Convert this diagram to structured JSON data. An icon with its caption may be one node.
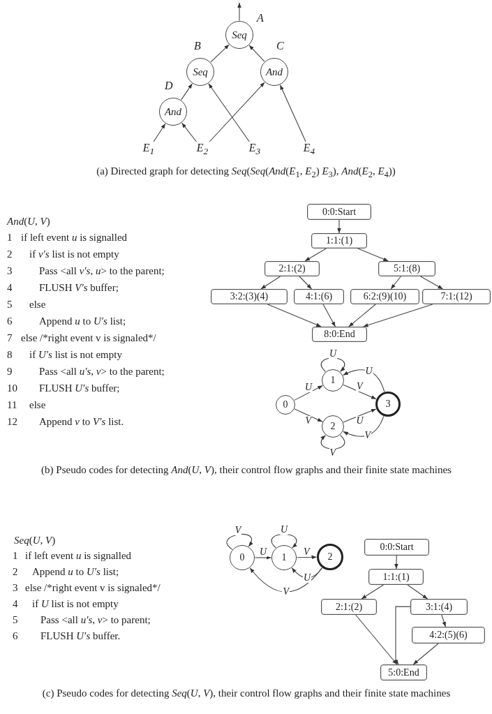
{
  "diagram": {
    "nodes": [
      {
        "text": [
          "Seq"
        ],
        "beside": [
          "A"
        ]
      },
      {
        "text": [
          "Seq"
        ],
        "beside": [
          "B"
        ]
      },
      {
        "text": [
          "And"
        ],
        "beside": [
          "C"
        ]
      },
      {
        "text": [
          "And"
        ],
        "beside": [
          "D"
        ]
      },
      {
        "text": [
          "*E*$_{1}$"
        ]
      },
      {
        "text": [
          "*E*$_{2}$"
        ]
      },
      {
        "text": [
          "*E*$_{3}$"
        ]
      },
      {
        "text": [
          "*E*$_{4}$"
        ]
      },
      {
        "text": [
          "0:0:Start"
        ]
      },
      {
        "text": [
          "1:1:(1)"
        ]
      },
      {
        "text": [
          "2:1:(2)"
        ]
      },
      {
        "text": [
          "5:1:(8)"
        ]
      },
      {
        "text": [
          "3:2:(3)(4)"
        ]
      },
      {
        "text": [
          "4:1:(6)"
        ]
      },
      {
        "text": [
          "6:2:(9)(10)"
        ]
      },
      {
        "text": [
          "7:1:(12)"
        ]
      },
      {
        "text": [
          "8:0:End"
        ]
      },
      {
        "text": [
          "0"
        ]
      },
      {
        "text": [
          "1"
        ]
      },
      {
        "text": [
          "2"
        ]
      },
      {
        "text": [
          "3"
        ]
      },
      {
        "text": [
          "0"
        ]
      },
      {
        "text": [
          "1"
        ]
      },
      {
        "text": [
          "2"
        ]
      },
      {
        "text": [
          "0:0:Start"
        ]
      },
      {
        "text": [
          "1:1:(1)"
        ]
      },
      {
        "text": [
          "2:1:(2)"
        ]
      },
      {
        "text": [
          "3:1:(4)"
        ]
      },
      {
        "text": [
          "4:2:(5)(6)"
        ]
      },
      {
        "text": [
          "5:0:End"
        ]
      }
    ],
    "edges": [
      {
        "from": 0,
        "to": null,
        "arrow": "to"
      },
      {
        "from": 1,
        "to": 0,
        "arrow": "to"
      },
      {
        "from": 2,
        "to": 0,
        "arrow": "to"
      },
      {
        "from": 3,
        "to": 1,
        "arrow": "to"
      },
      {
        "from": 6,
        "to": 1,
        "arrow": "to"
      },
      {
        "from": 5,
        "to": 2,
        "arrow": "to"
      },
      {
        "from": 7,
        "to": 2,
        "arrow": "to"
      },
      {
        "from": 4,
        "to": 3,
        "arrow": "to"
      },
      {
        "from": 5,
        "to": 3,
        "arrow": "to"
      },
      {
        "from": 8,
        "to": 9,
        "arrow": "to"
      },
      {
        "from": 9,
        "to": 10,
        "arrow": "to"
      },
      {
        "from": 9,
        "to": 11,
        "arrow": "to"
      },
      {
        "from": 10,
        "to": 12,
        "arrow": "to"
      },
      {
        "from": 10,
        "to": 13,
        "arrow": "to"
      },
      {
        "from": 11,
        "to": 14,
        "arrow": "to"
      },
      {
        "from": 11,
        "to": 15,
        "arrow": "to"
      },
      {
        "from": 12,
        "to": 16,
        "arrow": "to"
      },
      {
        "from": 13,
        "to": 16,
        "arrow": "to"
      },
      {
        "from": 14,
        "to": 16,
        "arrow": "to"
      },
      {
        "from": 15,
        "to": 16,
        "arrow": "to"
      },
      {
        "from": 18,
        "to": 18,
        "arrow": "to",
        "label": "U"
      },
      {
        "from": 20,
        "to": 18,
        "arrow": "to",
        "label": "U"
      },
      {
        "from": 17,
        "to": 18,
        "arrow": "to",
        "label": "U"
      },
      {
        "from": 18,
        "to": 20,
        "arrow": "to",
        "label": "V"
      },
      {
        "from": 17,
        "to": 19,
        "arrow": "to",
        "label": "V"
      },
      {
        "from": 19,
        "to": 20,
        "arrow": "to",
        "label": "U"
      },
      {
        "from": 19,
        "to": 19,
        "arrow": "to",
        "label": "V"
      },
      {
        "from": 20,
        "to": 19,
        "arrow": "to",
        "label": "V"
      },
      {
        "from": 21,
        "to": 21,
        "arrow": "to",
        "label": "V"
      },
      {
        "from": 22,
        "to": 22,
        "arrow": "to",
        "label": "U"
      },
      {
        "from": 21,
        "to": 22,
        "arrow": "to",
        "label": "U"
      },
      {
        "from": 22,
        "to": 23,
        "arrow": "to",
        "label": "V"
      },
      {
        "from": 23,
        "to": 22,
        "arrow": "to",
        "label": "U"
      },
      {
        "from": 23,
        "to": 21,
        "arrow": "to",
        "label": "V"
      },
      {
        "from": 24,
        "to": 25,
        "arrow": "to"
      },
      {
        "from": 25,
        "to": 26,
        "arrow": "to"
      },
      {
        "from": 25,
        "to": 27,
        "arrow": "to"
      },
      {
        "from": 27,
        "to": 28,
        "arrow": "to"
      },
      {
        "from": 26,
        "to": 29,
        "arrow": "to"
      },
      {
        "from": 27,
        "to": 29,
        "arrow": "to"
      },
      {
        "from": 28,
        "to": 29,
        "arrow": "to"
      }
    ],
    "labels": [
      "(a)  Directed graph for detecting *Seq*(*Seq*(*And*(*E*$_{1}$, *E*$_{2}$)  *E*$_{3}$), *And*(*E*$_{2}$, *E*$_{4}$))",
      "*And*(*U*, *V*)",
      "1",
      "if left event *u* is signalled",
      "2",
      "if *v′s* list is not empty",
      "3",
      "Pass <all *v′s*, *u*> to the parent;",
      "4",
      "FLUSH *V′s* buffer;",
      "5",
      "else",
      "6",
      "Append *u* to *U′s* list;",
      "7",
      "else /*right event v is signaled*/",
      "8",
      "if *U′s* list is not empty",
      "9",
      "Pass <all *u′s*, *v*> to the parent;",
      "10",
      "FLUSH *U′s* buffer;",
      "11",
      "else",
      "12",
      "Append *v* to *V′s* list.",
      "(b)  Pseudo codes for detecting *And*(*U*, *V*), their control flow graphs and their finite state machines",
      "*Seq*(*U*, *V*)",
      "1",
      "if left event *u* is signalled",
      "2",
      "Append *u* to *U′s* list;",
      "3",
      "else /*right event v is signaled*/",
      "4",
      "if *U* list is not empty",
      "5",
      "Pass <all *u′s*, *v*> to parent;",
      "6",
      "FLUSH *U′s* buffer.",
      "(c)  Pseudo codes for detecting *Seq*(*U*, *V*), their control flow graphs and their finite state machines"
    ]
  }
}
